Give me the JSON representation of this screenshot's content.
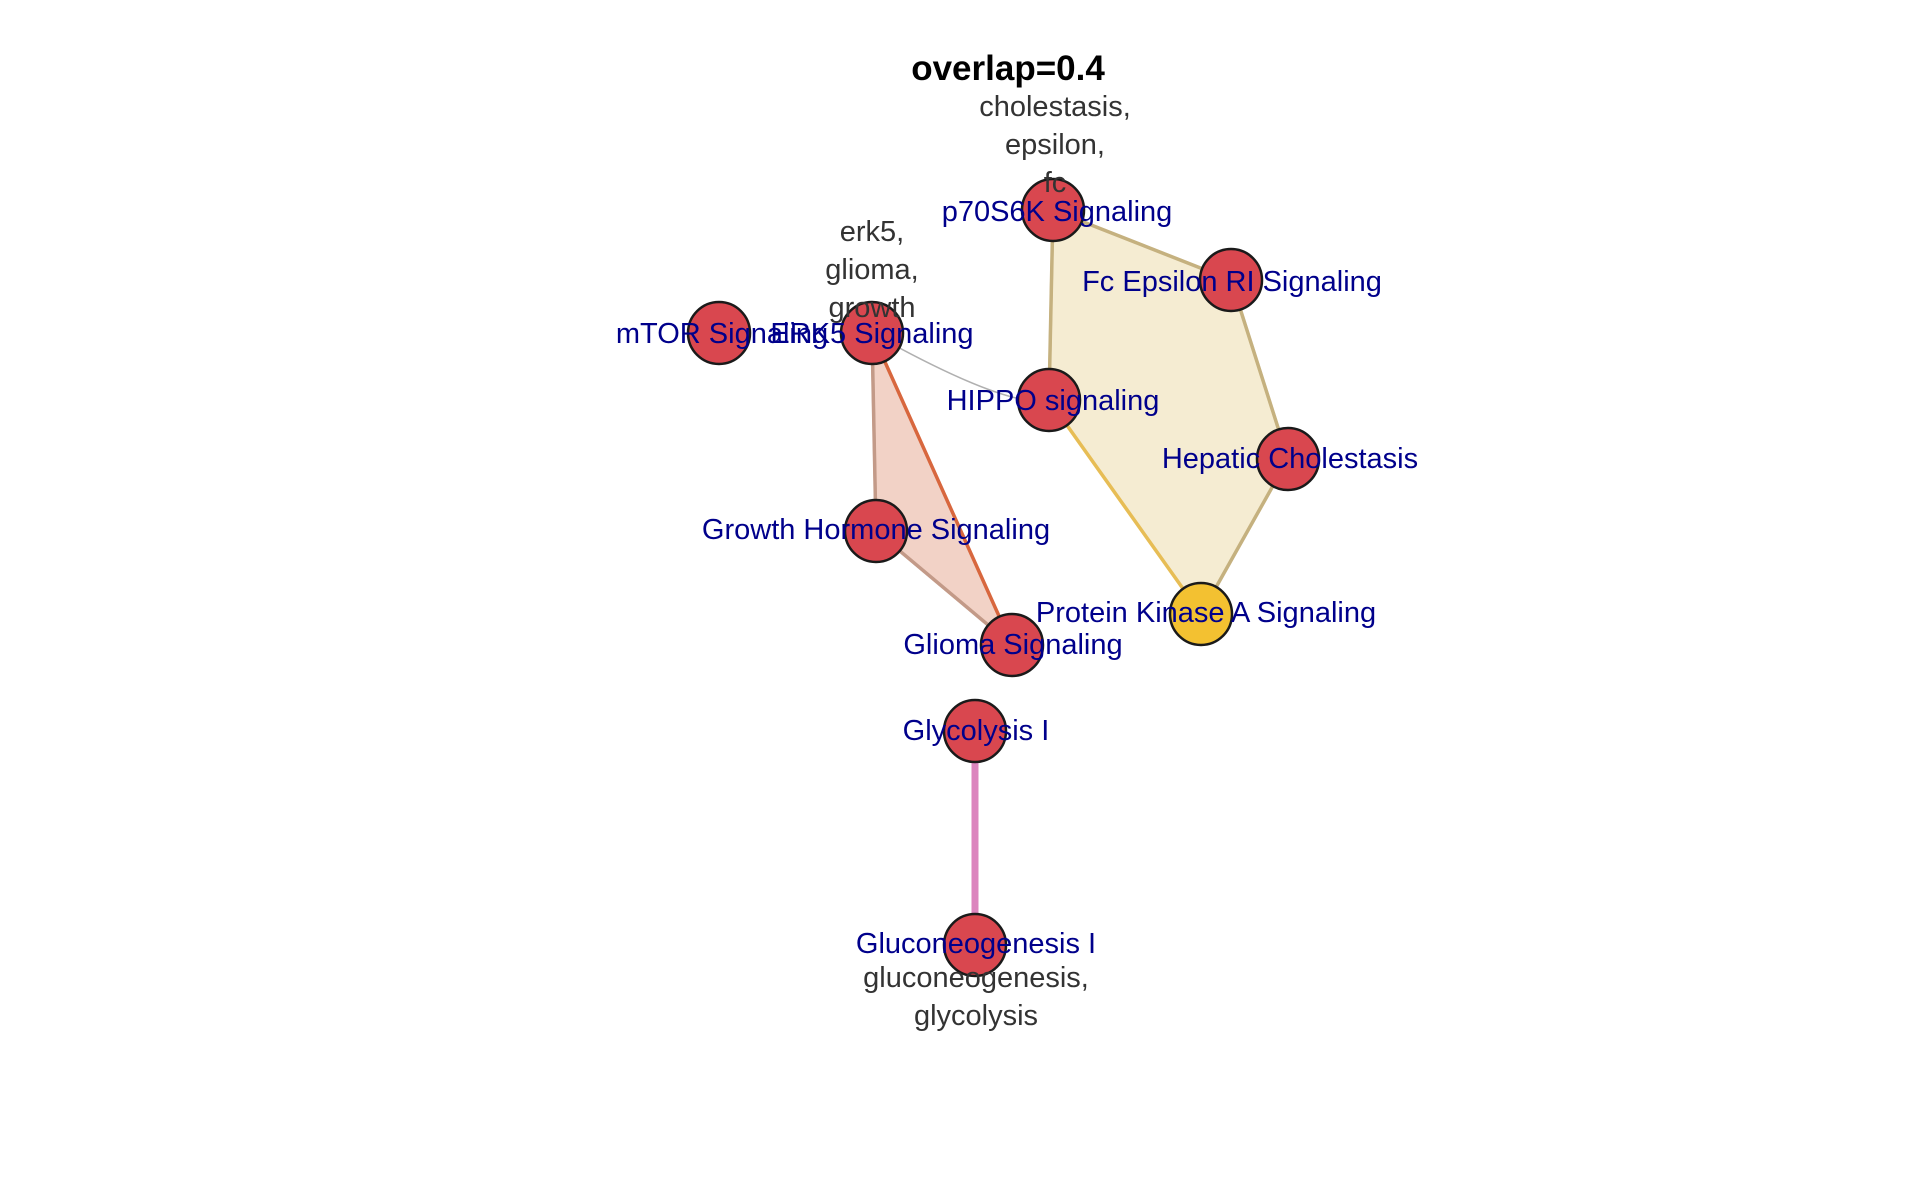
{
  "title": "overlap=0.4",
  "colors": {
    "node_default": "#d9474f",
    "node_highlight": "#f3c131",
    "node_stroke": "#1a1a1a",
    "node_label": "#00008b",
    "cluster_label": "#333333",
    "edge_default": "#b0b0b0"
  },
  "nodes": [
    {
      "id": "p70s6k",
      "label": "p70S6K Signaling",
      "highlight": false
    },
    {
      "id": "fc",
      "label": "Fc Epsilon RI Signaling",
      "highlight": false
    },
    {
      "id": "hippo",
      "label": "HIPPO signaling",
      "highlight": false
    },
    {
      "id": "hepatic",
      "label": "Hepatic Cholestasis",
      "highlight": false
    },
    {
      "id": "pka",
      "label": "Protein Kinase A Signaling",
      "highlight": true
    },
    {
      "id": "mtor",
      "label": "mTOR Signaling",
      "highlight": false
    },
    {
      "id": "erk5",
      "label": "ERK5 Signaling",
      "highlight": false
    },
    {
      "id": "gh",
      "label": "Growth Hormone Signaling",
      "highlight": false
    },
    {
      "id": "glioma",
      "label": "Glioma Signaling",
      "highlight": false
    },
    {
      "id": "glyco",
      "label": "Glycolysis I",
      "highlight": false
    },
    {
      "id": "gluco",
      "label": "Gluconeogenesis I",
      "highlight": false
    }
  ],
  "edges": [
    {
      "source": "p70s6k",
      "target": "fc",
      "color": "#c5b17f"
    },
    {
      "source": "fc",
      "target": "hepatic",
      "color": "#c5b17f"
    },
    {
      "source": "hepatic",
      "target": "pka",
      "color": "#c5b17f"
    },
    {
      "source": "p70s6k",
      "target": "hippo",
      "color": "#c5b17f"
    },
    {
      "source": "hippo",
      "target": "pka",
      "color": "#e7bd55"
    },
    {
      "source": "erk5",
      "target": "hippo",
      "color": "#b0b0b0"
    },
    {
      "source": "erk5",
      "target": "gh",
      "color": "#c39a88"
    },
    {
      "source": "erk5",
      "target": "glioma",
      "color": "#d8673e"
    },
    {
      "source": "gh",
      "target": "glioma",
      "color": "#c39a88"
    },
    {
      "source": "glyco",
      "target": "gluco",
      "color": "#dc85be"
    }
  ],
  "clusters": [
    {
      "id": "cluster-fc",
      "label_lines": [
        "cholestasis,",
        "epsilon,",
        "fc"
      ],
      "fill": "#f5ecd2",
      "stroke": "#c5b17f",
      "members": [
        "p70s6k",
        "fc",
        "hepatic",
        "pka",
        "hippo"
      ]
    },
    {
      "id": "cluster-erk5",
      "label_lines": [
        "erk5,",
        "glioma,",
        "growth"
      ],
      "fill": "#f2d2c6",
      "stroke": "#c39a88",
      "members": [
        "erk5",
        "glioma",
        "gh"
      ]
    },
    {
      "id": "cluster-gluco",
      "label_lines": [
        "gluconeogenesis,",
        "glycolysis"
      ],
      "fill": "none",
      "stroke": "none",
      "members": [
        "glyco",
        "gluco"
      ]
    }
  ]
}
